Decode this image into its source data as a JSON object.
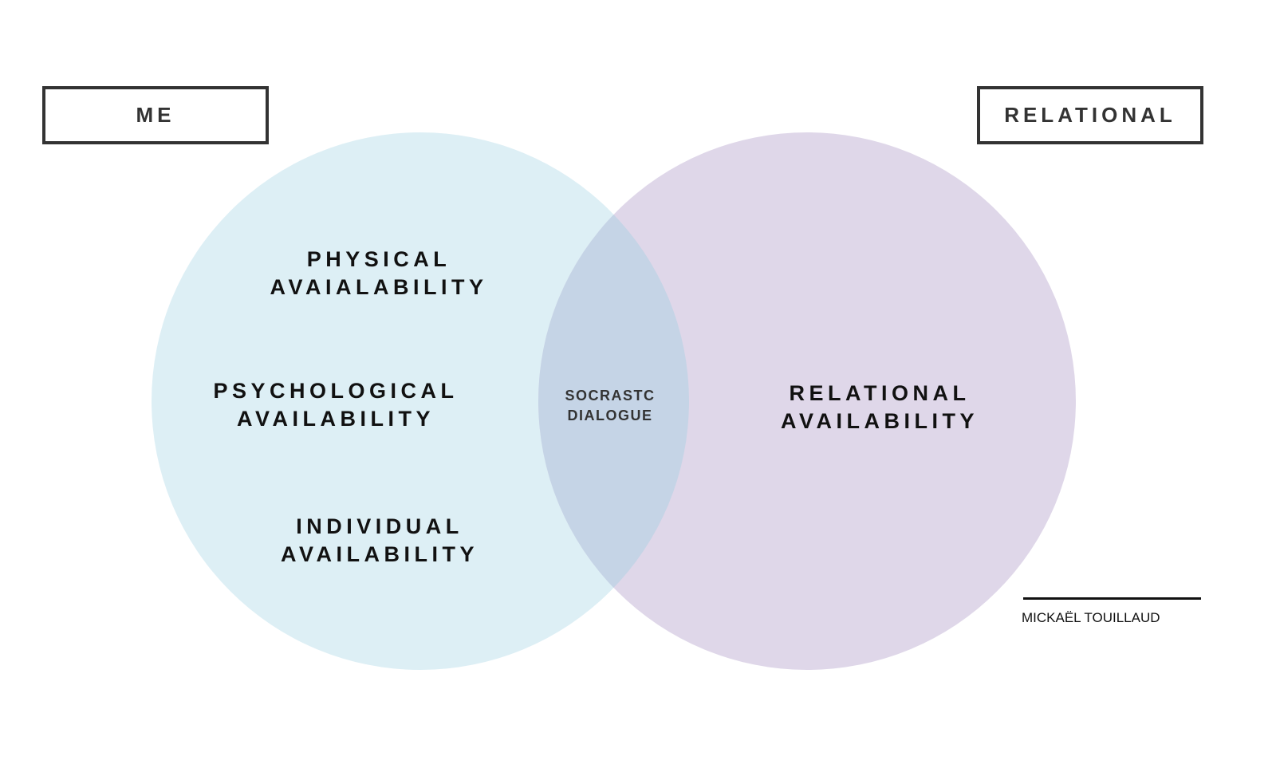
{
  "labels": {
    "me": "ME",
    "relational": "RELATIONAL"
  },
  "left_circle": {
    "items": [
      {
        "line1": "PHYSICAL",
        "line2": "AVAIALABILITY"
      },
      {
        "line1": "PSYCHOLOGICAL",
        "line2": "AVAILABILITY"
      },
      {
        "line1": "INDIVIDUAL",
        "line2": "AVAILABILITY"
      }
    ]
  },
  "overlap": {
    "line1": "SOCRASTC",
    "line2": "DIALOGUE"
  },
  "right_circle": {
    "line1": "RELATIONAL",
    "line2": "AVAILABILITY"
  },
  "author": "MICKAËL TOUILLAUD",
  "colors": {
    "left": "#ddeff5",
    "right": "#dfd7e9",
    "overlap": "#c5d4e6",
    "border": "#333333"
  }
}
